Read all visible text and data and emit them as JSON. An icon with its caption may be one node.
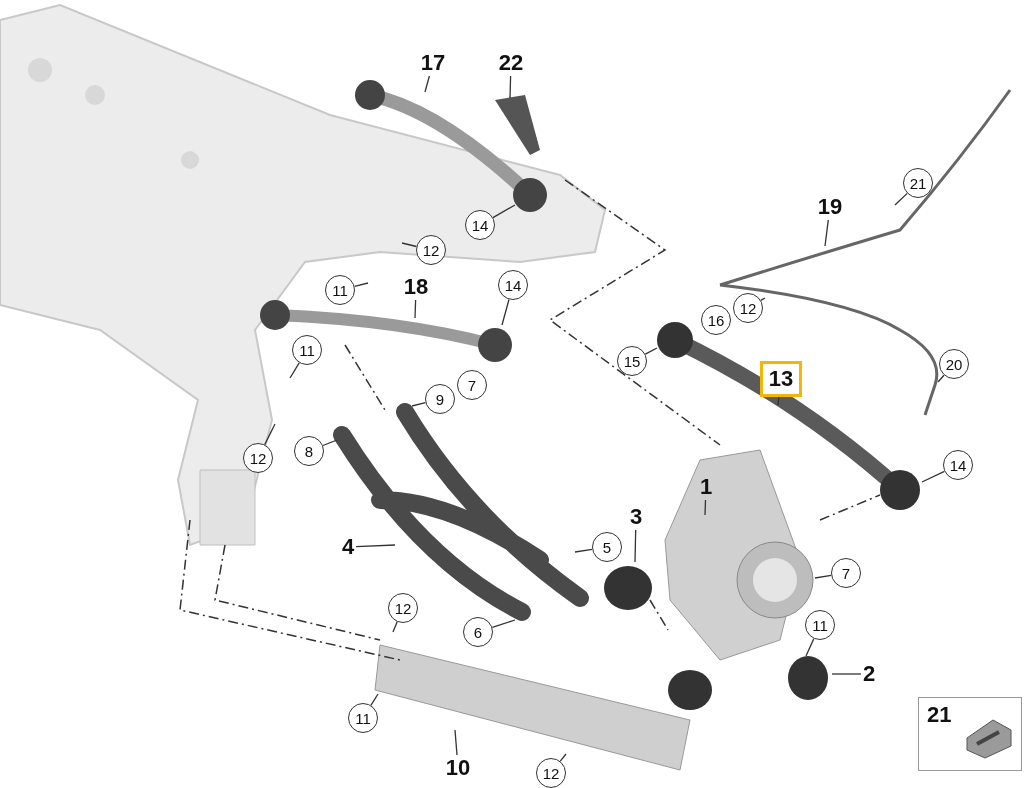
{
  "diagram": {
    "nodes": [
      {
        "text": [
          "17"
        ]
      },
      {
        "text": [
          "22"
        ]
      },
      {
        "text": [
          "21"
        ]
      },
      {
        "text": [
          "19"
        ]
      },
      {
        "text": [
          "14"
        ]
      },
      {
        "text": [
          "12"
        ]
      },
      {
        "text": [
          "11"
        ]
      },
      {
        "text": [
          "18"
        ]
      },
      {
        "text": [
          "14"
        ]
      },
      {
        "text": [
          "16"
        ]
      },
      {
        "text": [
          "12"
        ]
      },
      {
        "text": [
          "11"
        ]
      },
      {
        "text": [
          "15"
        ]
      },
      {
        "text": [
          "20"
        ]
      },
      {
        "text": [
          "13"
        ]
      },
      {
        "text": [
          "9"
        ]
      },
      {
        "text": [
          "7"
        ]
      },
      {
        "text": [
          "12"
        ]
      },
      {
        "text": [
          "8"
        ]
      },
      {
        "text": [
          "14"
        ]
      },
      {
        "text": [
          "1"
        ]
      },
      {
        "text": [
          "3"
        ]
      },
      {
        "text": [
          "4"
        ]
      },
      {
        "text": [
          "5"
        ]
      },
      {
        "text": [
          "7"
        ]
      },
      {
        "text": [
          "12"
        ]
      },
      {
        "text": [
          "6"
        ]
      },
      {
        "text": [
          "11"
        ]
      },
      {
        "text": [
          "2"
        ]
      },
      {
        "text": [
          "21"
        ]
      },
      {
        "text": [
          "11"
        ]
      },
      {
        "text": [
          "10"
        ]
      },
      {
        "text": [
          "12"
        ]
      }
    ],
    "edges": [
      {
        "from": 0,
        "to": null,
        "arrow": "none"
      },
      {
        "from": 1,
        "to": null,
        "arrow": "none"
      },
      {
        "from": 2,
        "to": null,
        "arrow": "none"
      },
      {
        "from": 3,
        "to": null,
        "arrow": "none"
      },
      {
        "from": 4,
        "to": null,
        "arrow": "none"
      },
      {
        "from": 5,
        "to": null,
        "arrow": "none"
      },
      {
        "from": 6,
        "to": null,
        "arrow": "none"
      },
      {
        "from": 7,
        "to": null,
        "arrow": "none"
      },
      {
        "from": 8,
        "to": null,
        "arrow": "none"
      },
      {
        "from": 10,
        "to": null,
        "arrow": "none"
      },
      {
        "from": 11,
        "to": null,
        "arrow": "none"
      },
      {
        "from": 12,
        "to": null,
        "arrow": "none"
      },
      {
        "from": 13,
        "to": null,
        "arrow": "none"
      },
      {
        "from": 14,
        "to": null,
        "arrow": "none"
      },
      {
        "from": 15,
        "to": null,
        "arrow": "none"
      },
      {
        "from": 17,
        "to": null,
        "arrow": "none"
      },
      {
        "from": 18,
        "to": null,
        "arrow": "none"
      },
      {
        "from": 19,
        "to": null,
        "arrow": "none"
      },
      {
        "from": 20,
        "to": null,
        "arrow": "none"
      },
      {
        "from": 21,
        "to": null,
        "arrow": "none"
      },
      {
        "from": 22,
        "to": null,
        "arrow": "none"
      },
      {
        "from": 23,
        "to": null,
        "arrow": "none"
      },
      {
        "from": 24,
        "to": null,
        "arrow": "none"
      },
      {
        "from": 25,
        "to": null,
        "arrow": "none"
      },
      {
        "from": 26,
        "to": null,
        "arrow": "none"
      },
      {
        "from": 27,
        "to": null,
        "arrow": "none"
      },
      {
        "from": 28,
        "to": null,
        "arrow": "none"
      },
      {
        "from": 30,
        "to": null,
        "arrow": "none"
      },
      {
        "from": 31,
        "to": null,
        "arrow": "none"
      },
      {
        "from": 32,
        "to": null,
        "arrow": "none"
      }
    ]
  }
}
